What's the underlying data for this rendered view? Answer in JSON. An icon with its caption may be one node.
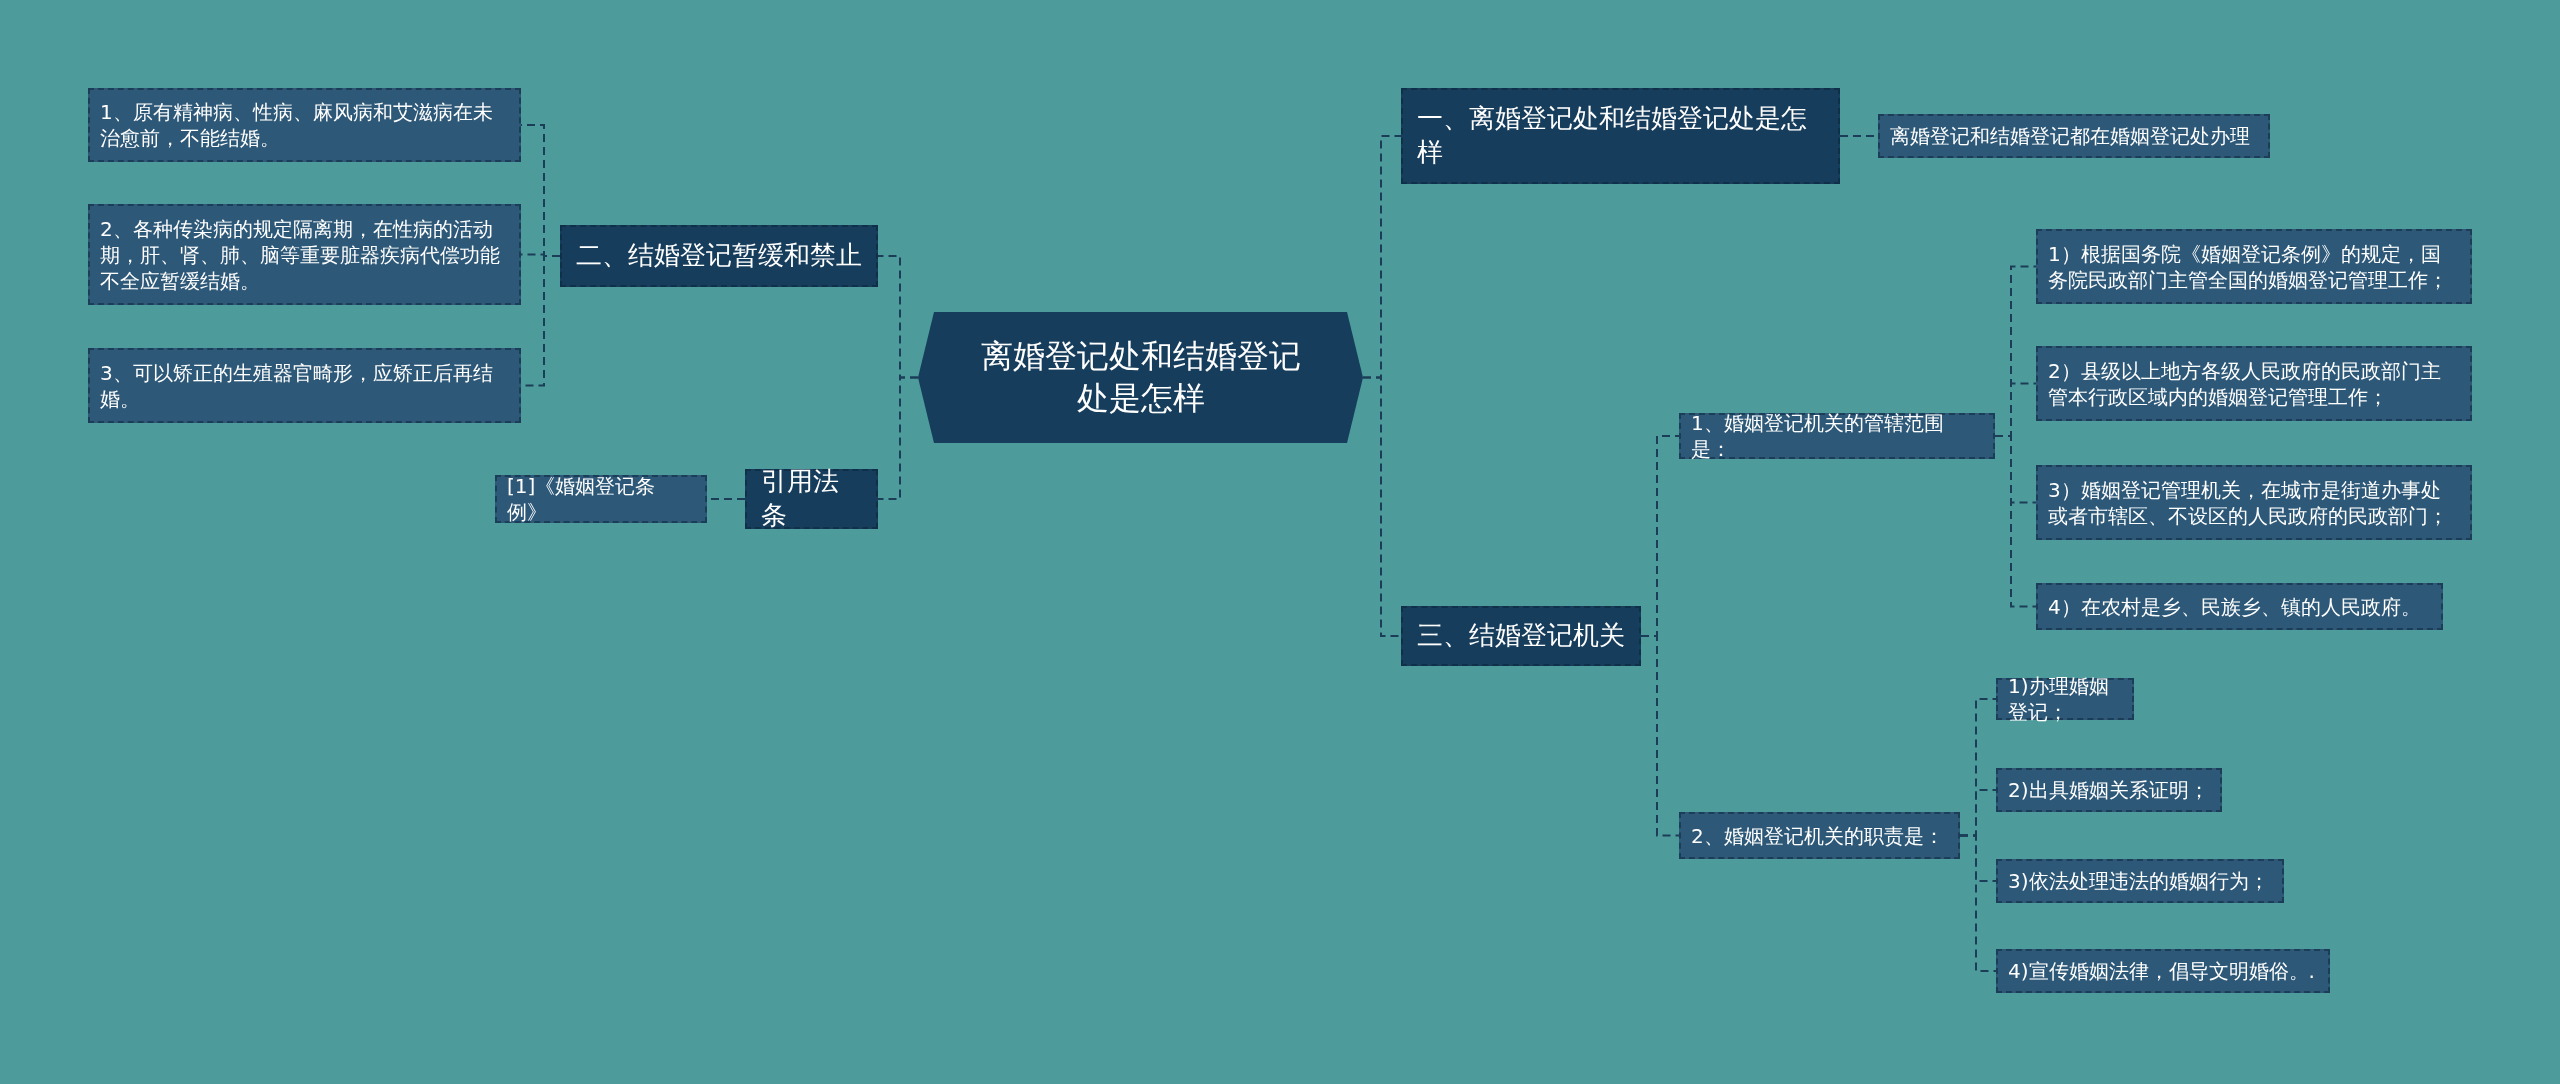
{
  "diagram": {
    "nodes": [
      {
        "text": [
          "离婚登记处和结婚登记处是怎样"
        ]
      },
      {
        "text": [
          "二、结婚登记暂缓和禁止"
        ]
      },
      {
        "text": [
          "1、原有精神病、性病、麻风病和艾滋病在未治愈前，不能结婚。"
        ]
      },
      {
        "text": [
          "2、各种传染病的规定隔离期，在性病的活动期，肝、肾、肺、脑等重要脏器疾病代偿功能不全应暂缓结婚。"
        ]
      },
      {
        "text": [
          "3、可以矫正的生殖器官畸形，应矫正后再结婚。"
        ]
      },
      {
        "text": [
          "引用法条"
        ]
      },
      {
        "text": [
          "[1]《婚姻登记条例》"
        ]
      },
      {
        "text": [
          "一、离婚登记处和结婚登记处是怎样"
        ]
      },
      {
        "text": [
          "离婚登记和结婚登记都在婚姻登记处办理"
        ]
      },
      {
        "text": [
          "三、结婚登记机关"
        ]
      },
      {
        "text": [
          "1、婚姻登记机关的管辖范围是："
        ]
      },
      {
        "text": [
          "1）根据国务院《婚姻登记条例》的规定，国务院民政部门主管全国的婚姻登记管理工作；"
        ]
      },
      {
        "text": [
          "2）县级以上地方各级人民政府的民政部门主管本行政区域内的婚姻登记管理工作；"
        ]
      },
      {
        "text": [
          "3）婚姻登记管理机关，在城市是街道办事处或者市辖区、不设区的人民政府的民政部门；"
        ]
      },
      {
        "text": [
          "4）在农村是乡、民族乡、镇的人民政府。"
        ]
      },
      {
        "text": [
          "2、婚姻登记机关的职责是："
        ]
      },
      {
        "text": [
          "1)办理婚姻登记；"
        ]
      },
      {
        "text": [
          "2)出具婚姻关系证明；"
        ]
      },
      {
        "text": [
          "3)依法处理违法的婚姻行为；"
        ]
      },
      {
        "text": [
          "4)宣传婚姻法律，倡导文明婚俗。."
        ]
      }
    ],
    "edges": [
      {
        "from": 0,
        "to": 1,
        "arrow": "none"
      },
      {
        "from": 0,
        "to": 5,
        "arrow": "none"
      },
      {
        "from": 0,
        "to": 7,
        "arrow": "none"
      },
      {
        "from": 0,
        "to": 9,
        "arrow": "none"
      },
      {
        "from": 1,
        "to": 2,
        "arrow": "none"
      },
      {
        "from": 1,
        "to": 3,
        "arrow": "none"
      },
      {
        "from": 1,
        "to": 4,
        "arrow": "none"
      },
      {
        "from": 5,
        "to": 6,
        "arrow": "none"
      },
      {
        "from": 7,
        "to": 8,
        "arrow": "none"
      },
      {
        "from": 9,
        "to": 10,
        "arrow": "none"
      },
      {
        "from": 9,
        "to": 15,
        "arrow": "none"
      },
      {
        "from": 10,
        "to": 11,
        "arrow": "none"
      },
      {
        "from": 10,
        "to": 12,
        "arrow": "none"
      },
      {
        "from": 10,
        "to": 13,
        "arrow": "none"
      },
      {
        "from": 10,
        "to": 14,
        "arrow": "none"
      },
      {
        "from": 15,
        "to": 16,
        "arrow": "none"
      },
      {
        "from": 15,
        "to": 17,
        "arrow": "none"
      },
      {
        "from": 15,
        "to": 18,
        "arrow": "none"
      },
      {
        "from": 15,
        "to": 19,
        "arrow": "none"
      }
    ]
  }
}
